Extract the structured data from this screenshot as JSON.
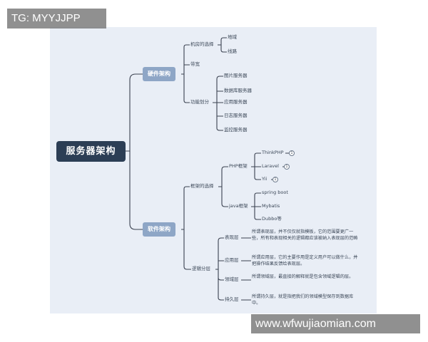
{
  "watermarks": {
    "top_left": "TG: MYYJJPP",
    "bottom_right": "www.wfwujiaomian.com"
  },
  "diagram": {
    "root": "服务器架构",
    "hardware": {
      "label": "硬件架构",
      "room": {
        "label": "机房的选择",
        "children": [
          "地域",
          "线路"
        ]
      },
      "bandwidth": "带宽",
      "func": {
        "label": "功能划分",
        "children": [
          "图片服务器",
          "数据库服务器",
          "应用服务器",
          "日志服务器",
          "监控服务器"
        ]
      }
    },
    "software": {
      "label": "软件架构",
      "framework": {
        "label": "框架的选择",
        "php": {
          "label": "PHP框架",
          "children": [
            "ThinkPHP",
            "Laravel",
            "Yii"
          ],
          "badge": "1"
        },
        "java": {
          "label": "java框架",
          "children": [
            "spring boot",
            "Mybatis",
            "Dubbo等"
          ]
        }
      },
      "layers": {
        "label": "逻辑分层",
        "items": [
          {
            "label": "表现层",
            "desc": "所谓表现层，并不仅仅就指模板，它的范围要更广一些，所有和表现相关的逻辑都应该被纳入表现层的范畴"
          },
          {
            "label": "应用层",
            "desc": "所谓应用层，它的主要作用是定义用户可以做什么，并把操作结果反馈给表现层。"
          },
          {
            "label": "领域层",
            "desc": "所谓领域层，最直接的解释就是包含领域逻辑的层。"
          },
          {
            "label": "持久层",
            "desc": "所谓持久层，就是指把我们的领域模型保存到数据库中。"
          }
        ]
      }
    }
  }
}
